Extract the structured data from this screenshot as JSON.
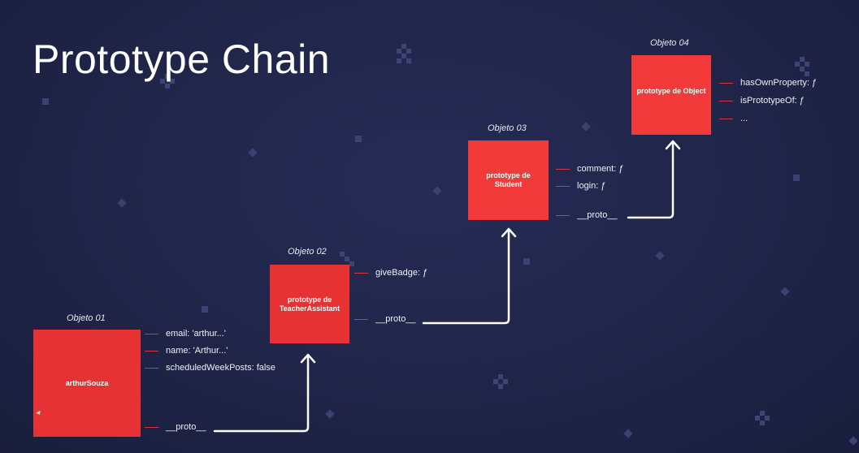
{
  "slide": {
    "title": "Prototype Chain",
    "bg_color": "#1f2447",
    "accent_color": "#e63232"
  },
  "objects": [
    {
      "label": "Objeto 01",
      "box_text": "arthurSouza",
      "props": [
        "email: 'arthur...'",
        "name: 'Arthur...'",
        "scheduledWeekPosts: false"
      ],
      "proto": "__proto__"
    },
    {
      "label": "Objeto 02",
      "box_text": "prototype de TeacherAssistant",
      "props": [
        "giveBadge:  ƒ"
      ],
      "proto": "__proto__"
    },
    {
      "label": "Objeto 03",
      "box_text": "prototype de Student",
      "props": [
        "comment: ƒ",
        "login: ƒ"
      ],
      "proto": "__proto__"
    },
    {
      "label": "Objeto 04",
      "box_text": "prototype de Object",
      "props": [
        "hasOwnProperty: ƒ",
        "isPrototypeOf: ƒ",
        "..."
      ]
    }
  ]
}
